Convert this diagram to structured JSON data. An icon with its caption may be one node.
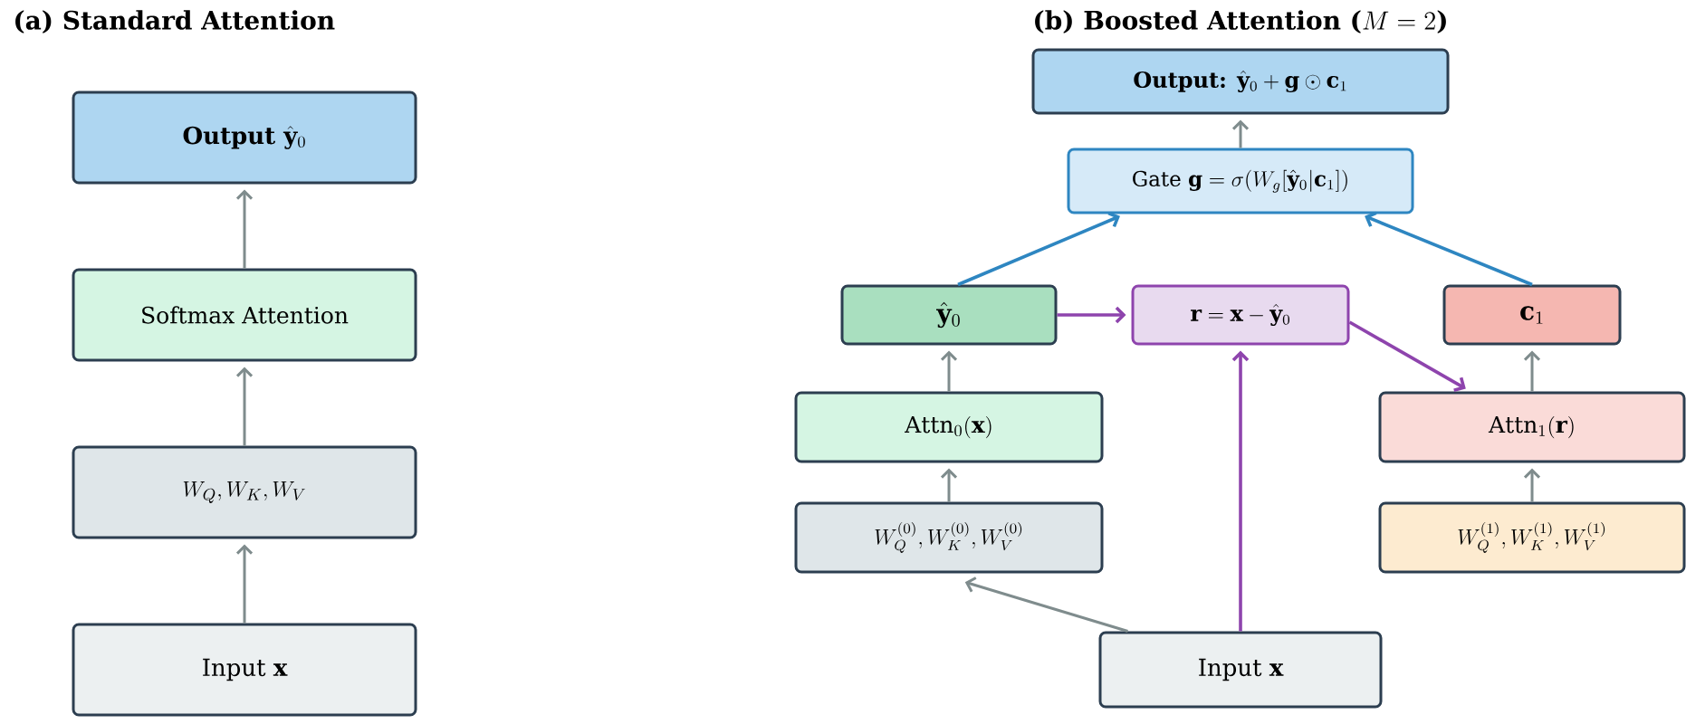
{
  "diagram": {
    "nodes": [
      {
        "text": [
          "\\textbf{Output }\\hat{\\mathbf{y}}_0"
        ]
      },
      {
        "text": [
          "Softmax Attention"
        ]
      },
      {
        "text": [
          "W_Q,W_K,W_V"
        ]
      },
      {
        "text": [
          "\\textrm{Input }\\mathbf{x}"
        ]
      },
      {
        "text": [
          "\\textbf{Output: }\\hat{\\mathbf{y}}_0+\\mathbf{g}\\odot\\mathbf{c}_1"
        ]
      },
      {
        "text": [
          "\\textrm{Gate }\\mathbf{g}=\\sigma(W_g[\\hat{\\mathbf{y}}_0|\\mathbf{c}_1])"
        ]
      },
      {
        "text": [
          "\\hat{\\mathbf{y}}_0"
        ]
      },
      {
        "text": [
          "\\mathbf{r}=\\mathbf{x}-\\hat{\\mathbf{y}}_0"
        ]
      },
      {
        "text": [
          "\\mathbf{c}_1"
        ]
      },
      {
        "text": [
          "\\mathrm{Attn}_0(\\mathbf{x})"
        ]
      },
      {
        "text": [
          "\\mathrm{Attn}_1(\\mathbf{r})"
        ]
      },
      {
        "text": [
          "W_Q^{(0)},W_K^{(0)},W_V^{(0)}"
        ]
      },
      {
        "text": [
          "W_Q^{(1)},W_K^{(1)},W_V^{(1)}"
        ]
      },
      {
        "text": [
          "\\textrm{Input }\\mathbf{x}"
        ]
      }
    ],
    "edges": [
      {
        "from": 3,
        "to": 2,
        "arrow": "to"
      },
      {
        "from": 2,
        "to": 1,
        "arrow": "to"
      },
      {
        "from": 1,
        "to": 0,
        "arrow": "to"
      },
      {
        "from": 13,
        "to": 11,
        "arrow": "to"
      },
      {
        "from": 11,
        "to": 9,
        "arrow": "to"
      },
      {
        "from": 9,
        "to": 6,
        "arrow": "to"
      },
      {
        "from": 12,
        "to": 10,
        "arrow": "to"
      },
      {
        "from": 10,
        "to": 8,
        "arrow": "to"
      },
      {
        "from": 6,
        "to": 5,
        "arrow": "to",
        "color": "#2e86c1"
      },
      {
        "from": 8,
        "to": 5,
        "arrow": "to",
        "color": "#2e86c1"
      },
      {
        "from": 5,
        "to": 4,
        "arrow": "to"
      },
      {
        "from": 6,
        "to": 7,
        "arrow": "to",
        "color": "#8e44ad"
      },
      {
        "from": 13,
        "to": 7,
        "arrow": "to",
        "color": "#8e44ad"
      },
      {
        "from": 7,
        "to": 10,
        "arrow": "to",
        "color": "#8e44ad"
      }
    ],
    "labels": [
      "\\textbf{(a) Standard Attention}",
      "\\textbf{(b) Boosted Attention (}M=2\\textbf{)}"
    ]
  }
}
